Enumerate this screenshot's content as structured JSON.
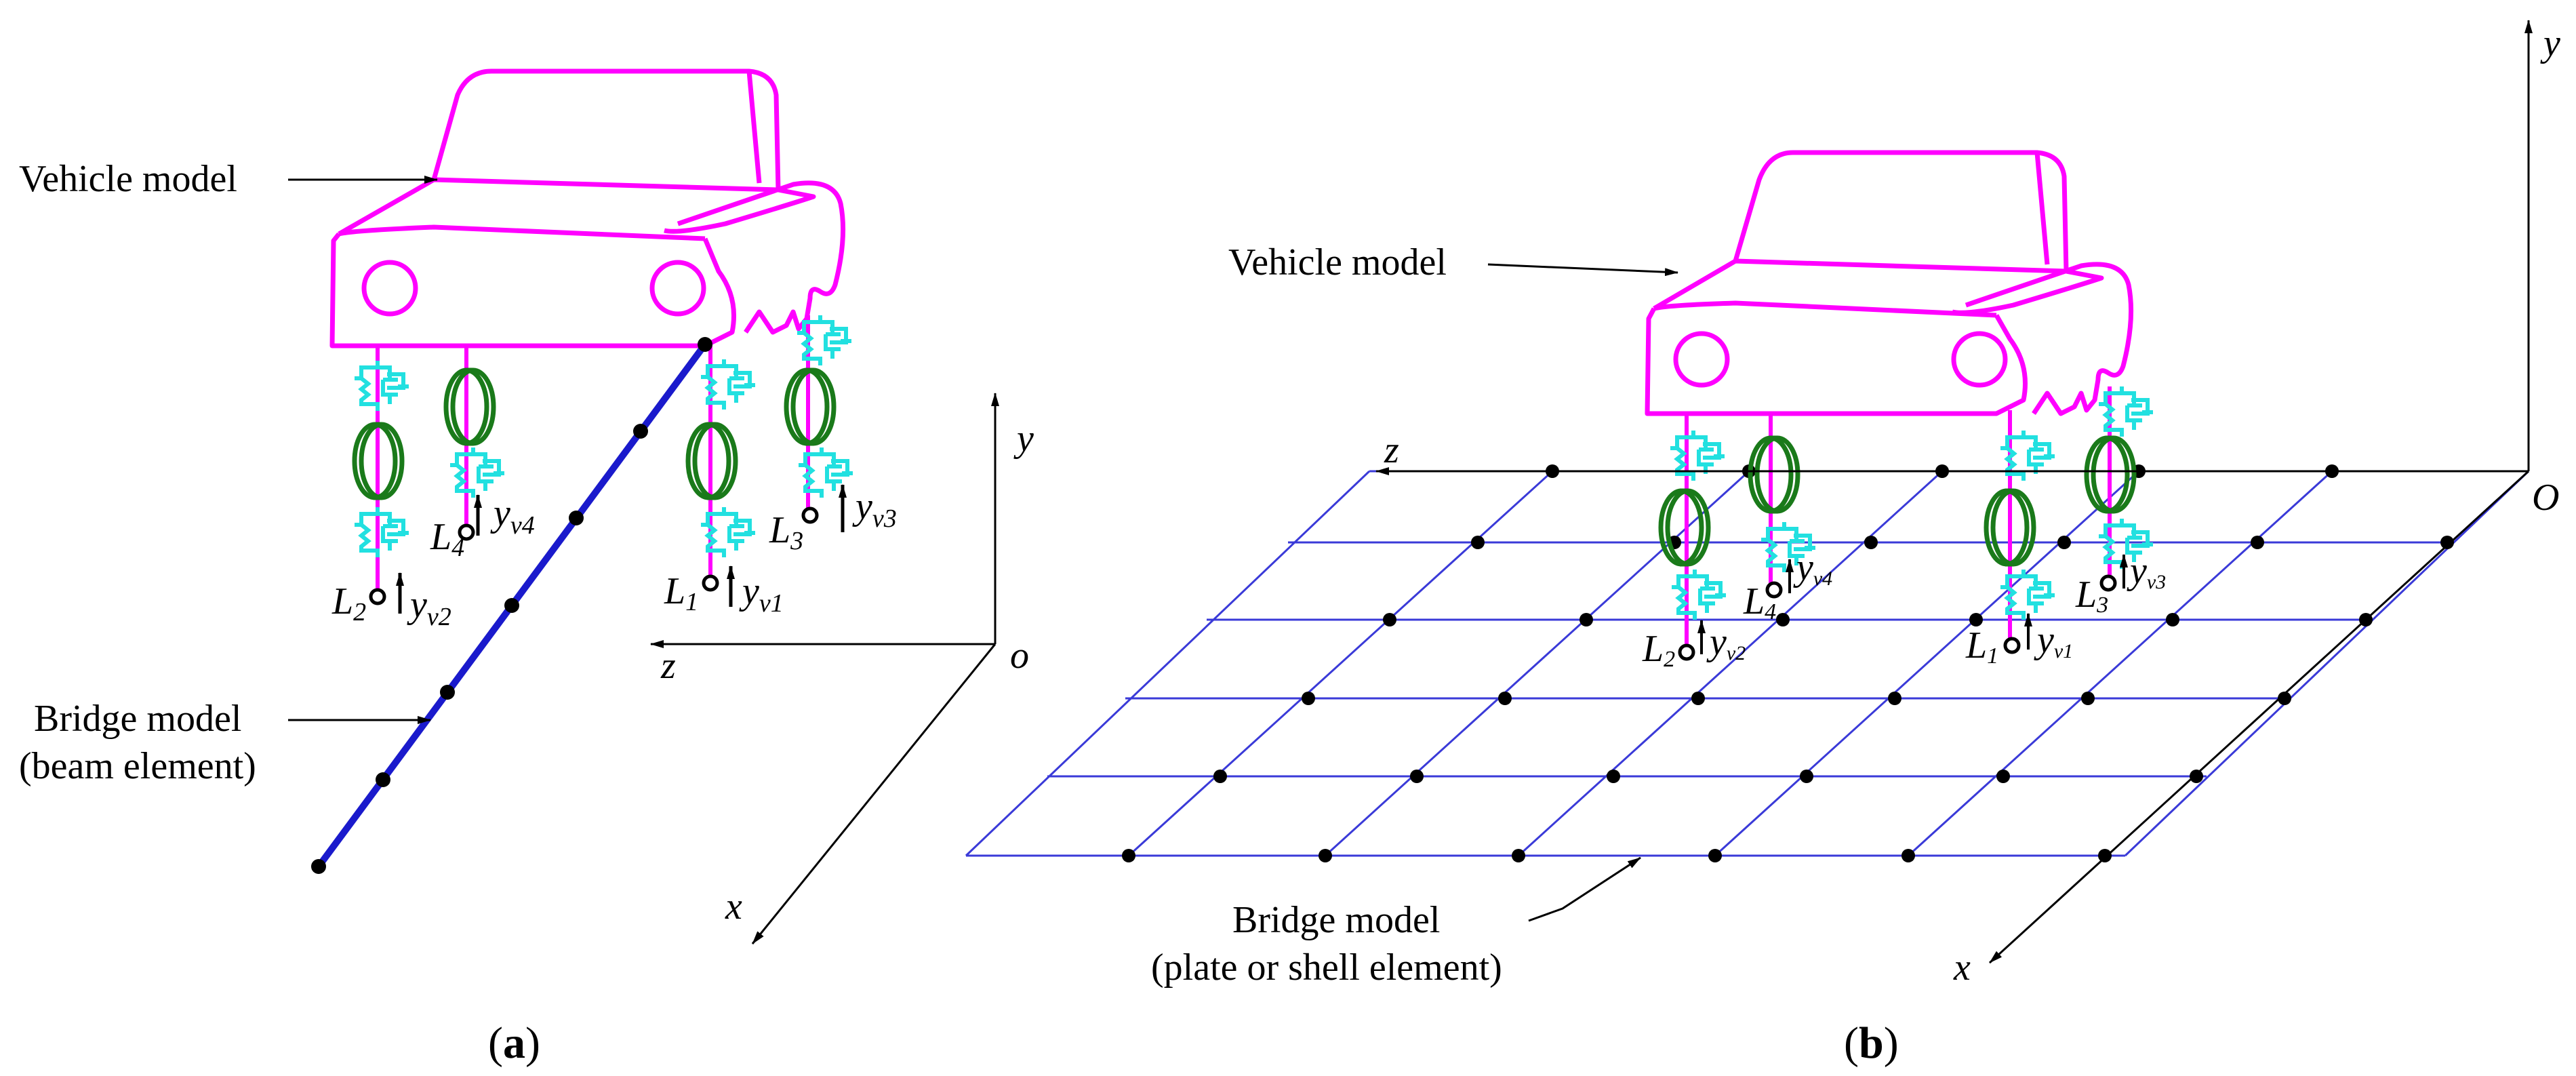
{
  "panel_a": {
    "vehicle_label": "Vehicle model",
    "bridge_label_1": "Bridge model",
    "bridge_label_2": "(beam element)",
    "axis_y": "y",
    "axis_z": "z",
    "axis_x": "x",
    "origin": "o",
    "points": [
      {
        "id": "L1",
        "name": "L",
        "sub": "1",
        "disp": "y",
        "dsub": "v1"
      },
      {
        "id": "L2",
        "name": "L",
        "sub": "2",
        "disp": "y",
        "dsub": "v2"
      },
      {
        "id": "L3",
        "name": "L",
        "sub": "3",
        "disp": "y",
        "dsub": "v3"
      },
      {
        "id": "L4",
        "name": "L",
        "sub": "4",
        "disp": "y",
        "dsub": "v4"
      }
    ],
    "caption_open": "(",
    "caption_letter": "a",
    "caption_close": ")"
  },
  "panel_b": {
    "vehicle_label": "Vehicle model",
    "bridge_label_1": "Bridge model",
    "bridge_label_2": "(plate or shell element)",
    "axis_y": "y",
    "axis_z": "z",
    "axis_x": "x",
    "origin": "O",
    "points": [
      {
        "id": "L1",
        "name": "L",
        "sub": "1",
        "disp": "y",
        "dsub": "v1"
      },
      {
        "id": "L2",
        "name": "L",
        "sub": "2",
        "disp": "y",
        "dsub": "v2"
      },
      {
        "id": "L3",
        "name": "L",
        "sub": "3",
        "disp": "y",
        "dsub": "v3"
      },
      {
        "id": "L4",
        "name": "L",
        "sub": "4",
        "disp": "y",
        "dsub": "v4"
      }
    ],
    "caption_open": "(",
    "caption_letter": "b",
    "caption_close": ")"
  },
  "colors": {
    "vehicle": "#ff00ff",
    "spring_damper": "#22e0e0",
    "tire": "#1a7a1a",
    "bridge_beam": "#1a1acc",
    "grid": "#3a3ad8",
    "node": "#000000"
  }
}
